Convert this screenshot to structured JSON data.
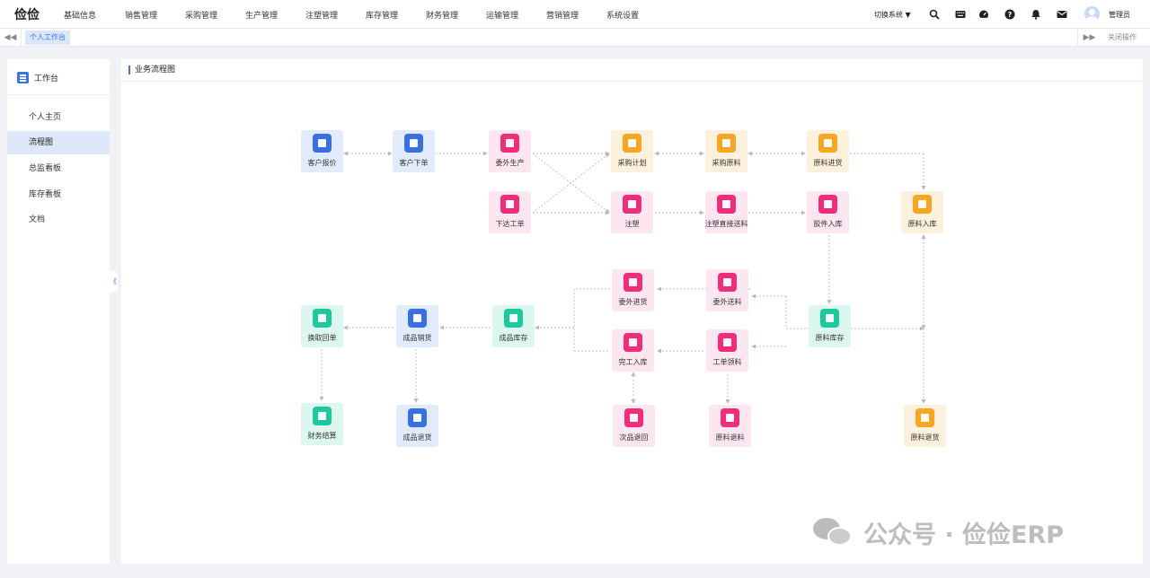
{
  "app": {
    "logo": "俭俭"
  },
  "nav": {
    "menus": [
      "基础信息",
      "销售管理",
      "采购管理",
      "生产管理",
      "注塑管理",
      "库存管理",
      "财务管理",
      "运输管理",
      "营销管理",
      "系统设置"
    ],
    "switch_system": "切换系统",
    "icons": [
      "search-icon",
      "keyboard-icon",
      "dashboard-icon",
      "help-icon",
      "bell-icon",
      "mail-icon"
    ],
    "user": "管理员"
  },
  "tabs": {
    "active": "个人工作台",
    "close_ops": "关闭操作"
  },
  "sidebar": {
    "title": "工作台",
    "items": [
      "个人主页",
      "流程图",
      "总监看板",
      "库存看板",
      "文档"
    ],
    "active_index": 1
  },
  "main": {
    "title": "业务流程图"
  },
  "flow": {
    "nodes": [
      {
        "id": "customer-quote",
        "label": "客户报价",
        "bg": "#e2ebfb",
        "fg": "#3a6fe0",
        "icon": "bag-icon"
      },
      {
        "id": "customer-order",
        "label": "客户下单",
        "bg": "#e2ebfb",
        "fg": "#3a6fe0",
        "icon": "calendar-add-icon"
      },
      {
        "id": "outsource-production",
        "label": "委外生产",
        "bg": "#fce6ef",
        "fg": "#ee2e7a",
        "icon": "bag-icon"
      },
      {
        "id": "issue-work-order",
        "label": "下达工单",
        "bg": "#fce6ef",
        "fg": "#ee2e7a",
        "icon": "checklist-icon"
      },
      {
        "id": "purchase-plan",
        "label": "采购计划",
        "bg": "#fdf0dc",
        "fg": "#f5a623",
        "icon": "cart-icon"
      },
      {
        "id": "purchase-material",
        "label": "采购原料",
        "bg": "#fdf0dc",
        "fg": "#f5a623",
        "icon": "cart-icon"
      },
      {
        "id": "material-receipt",
        "label": "原料进货",
        "bg": "#fdf0dc",
        "fg": "#f5a623",
        "icon": "warehouse-icon"
      },
      {
        "id": "injection-molding",
        "label": "注塑",
        "bg": "#fce6ef",
        "fg": "#ee2e7a",
        "icon": "tool-icon"
      },
      {
        "id": "injection-direct-delivery",
        "label": "注塑直接送料",
        "bg": "#fce6ef",
        "fg": "#ee2e7a",
        "icon": "tool-icon"
      },
      {
        "id": "parts-inbound",
        "label": "胶件入库",
        "bg": "#fce6ef",
        "fg": "#ee2e7a",
        "icon": "box-icon"
      },
      {
        "id": "material-inbound",
        "label": "原料入库",
        "bg": "#fdf0dc",
        "fg": "#f5a623",
        "icon": "warehouse-icon"
      },
      {
        "id": "outsource-receipt",
        "label": "委外进货",
        "bg": "#fce6ef",
        "fg": "#ee2e7a",
        "icon": "truck-icon"
      },
      {
        "id": "outsource-delivery",
        "label": "委外送料",
        "bg": "#fce6ef",
        "fg": "#ee2e7a",
        "icon": "hand-icon"
      },
      {
        "id": "material-stock",
        "label": "原料库存",
        "bg": "#dcf7ef",
        "fg": "#1fc79c",
        "icon": "stock-icon"
      },
      {
        "id": "finished-stock",
        "label": "成品库存",
        "bg": "#dcf7ef",
        "fg": "#1fc79c",
        "icon": "cube-icon"
      },
      {
        "id": "finished-sales",
        "label": "成品销货",
        "bg": "#e2ebfb",
        "fg": "#3a6fe0",
        "icon": "truck-icon"
      },
      {
        "id": "exchange-receipt",
        "label": "换取回单",
        "bg": "#dcf7ef",
        "fg": "#1fc79c",
        "icon": "clipboard-icon"
      },
      {
        "id": "completed-inbound",
        "label": "完工入库",
        "bg": "#fce6ef",
        "fg": "#ee2e7a",
        "icon": "warehouse-icon"
      },
      {
        "id": "work-order-picking",
        "label": "工单领料",
        "bg": "#fce6ef",
        "fg": "#ee2e7a",
        "icon": "gears-icon"
      },
      {
        "id": "financial-settlement",
        "label": "财务结算",
        "bg": "#dcf7ef",
        "fg": "#1fc79c",
        "icon": "wallet-icon"
      },
      {
        "id": "finished-return",
        "label": "成品退货",
        "bg": "#e2ebfb",
        "fg": "#3a6fe0",
        "icon": "truck-icon"
      },
      {
        "id": "defective-return",
        "label": "次品退回",
        "bg": "#fce6ef",
        "fg": "#ee2e7a",
        "icon": "return-icon"
      },
      {
        "id": "material-return",
        "label": "原料退料",
        "bg": "#fce6ef",
        "fg": "#ee2e7a",
        "icon": "return-icon"
      },
      {
        "id": "material-return-goods",
        "label": "原料退货",
        "bg": "#fdf0dc",
        "fg": "#f5a623",
        "icon": "return-icon"
      }
    ]
  },
  "watermark": {
    "text": "公众号 · 俭俭ERP",
    "icon": "wechat-icon"
  }
}
